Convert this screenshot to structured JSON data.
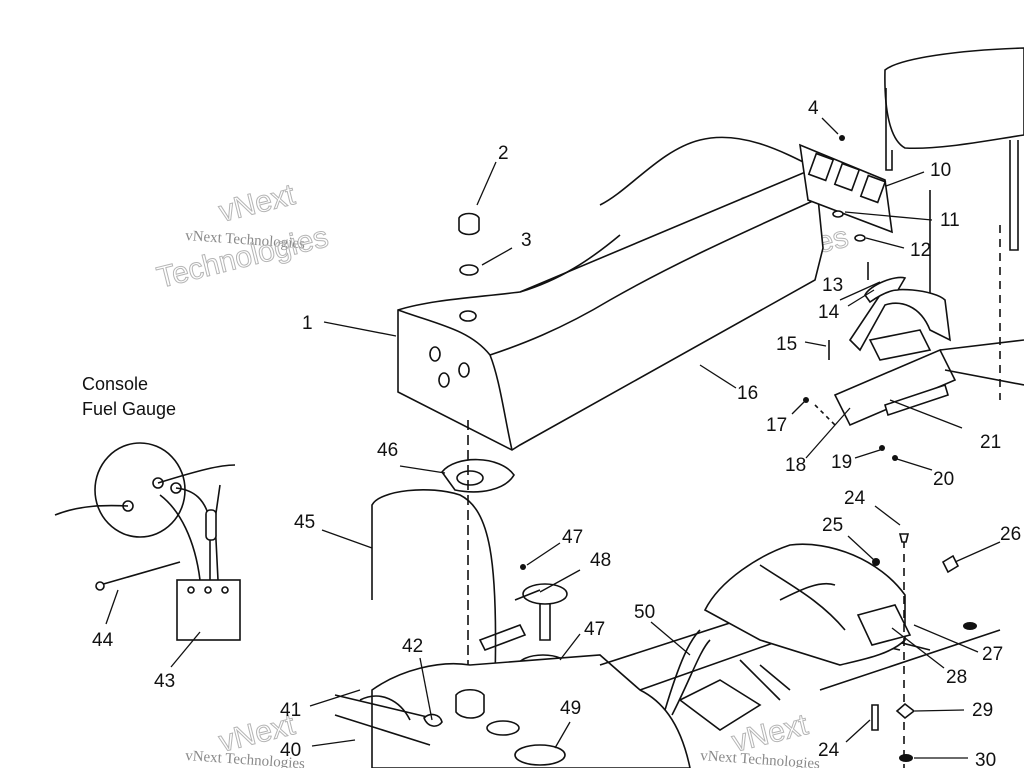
{
  "caption": {
    "line1": "Console",
    "line2": "Fuel Gauge"
  },
  "watermark": {
    "brand": "vNext",
    "company": "vNext Technologies",
    "word": "Technologies"
  },
  "callouts": {
    "n1": "1",
    "n2": "2",
    "n3": "3",
    "n4": "4",
    "n10": "10",
    "n11": "11",
    "n12": "12",
    "n13": "13",
    "n14": "14",
    "n15": "15",
    "n16": "16",
    "n17": "17",
    "n18": "18",
    "n19": "19",
    "n20": "20",
    "n21": "21",
    "n24a": "24",
    "n24b": "24",
    "n25": "25",
    "n26": "26",
    "n27": "27",
    "n28": "28",
    "n29": "29",
    "n30": "30",
    "n40": "40",
    "n41": "41",
    "n42": "42",
    "n43": "43",
    "n44": "44",
    "n45": "45",
    "n46": "46",
    "n47a": "47",
    "n47b": "47",
    "n48": "48",
    "n49": "49",
    "n50": "50"
  },
  "colors": {
    "ink": "#111111",
    "watermark": "#b5b5b5",
    "background": "#ffffff"
  }
}
